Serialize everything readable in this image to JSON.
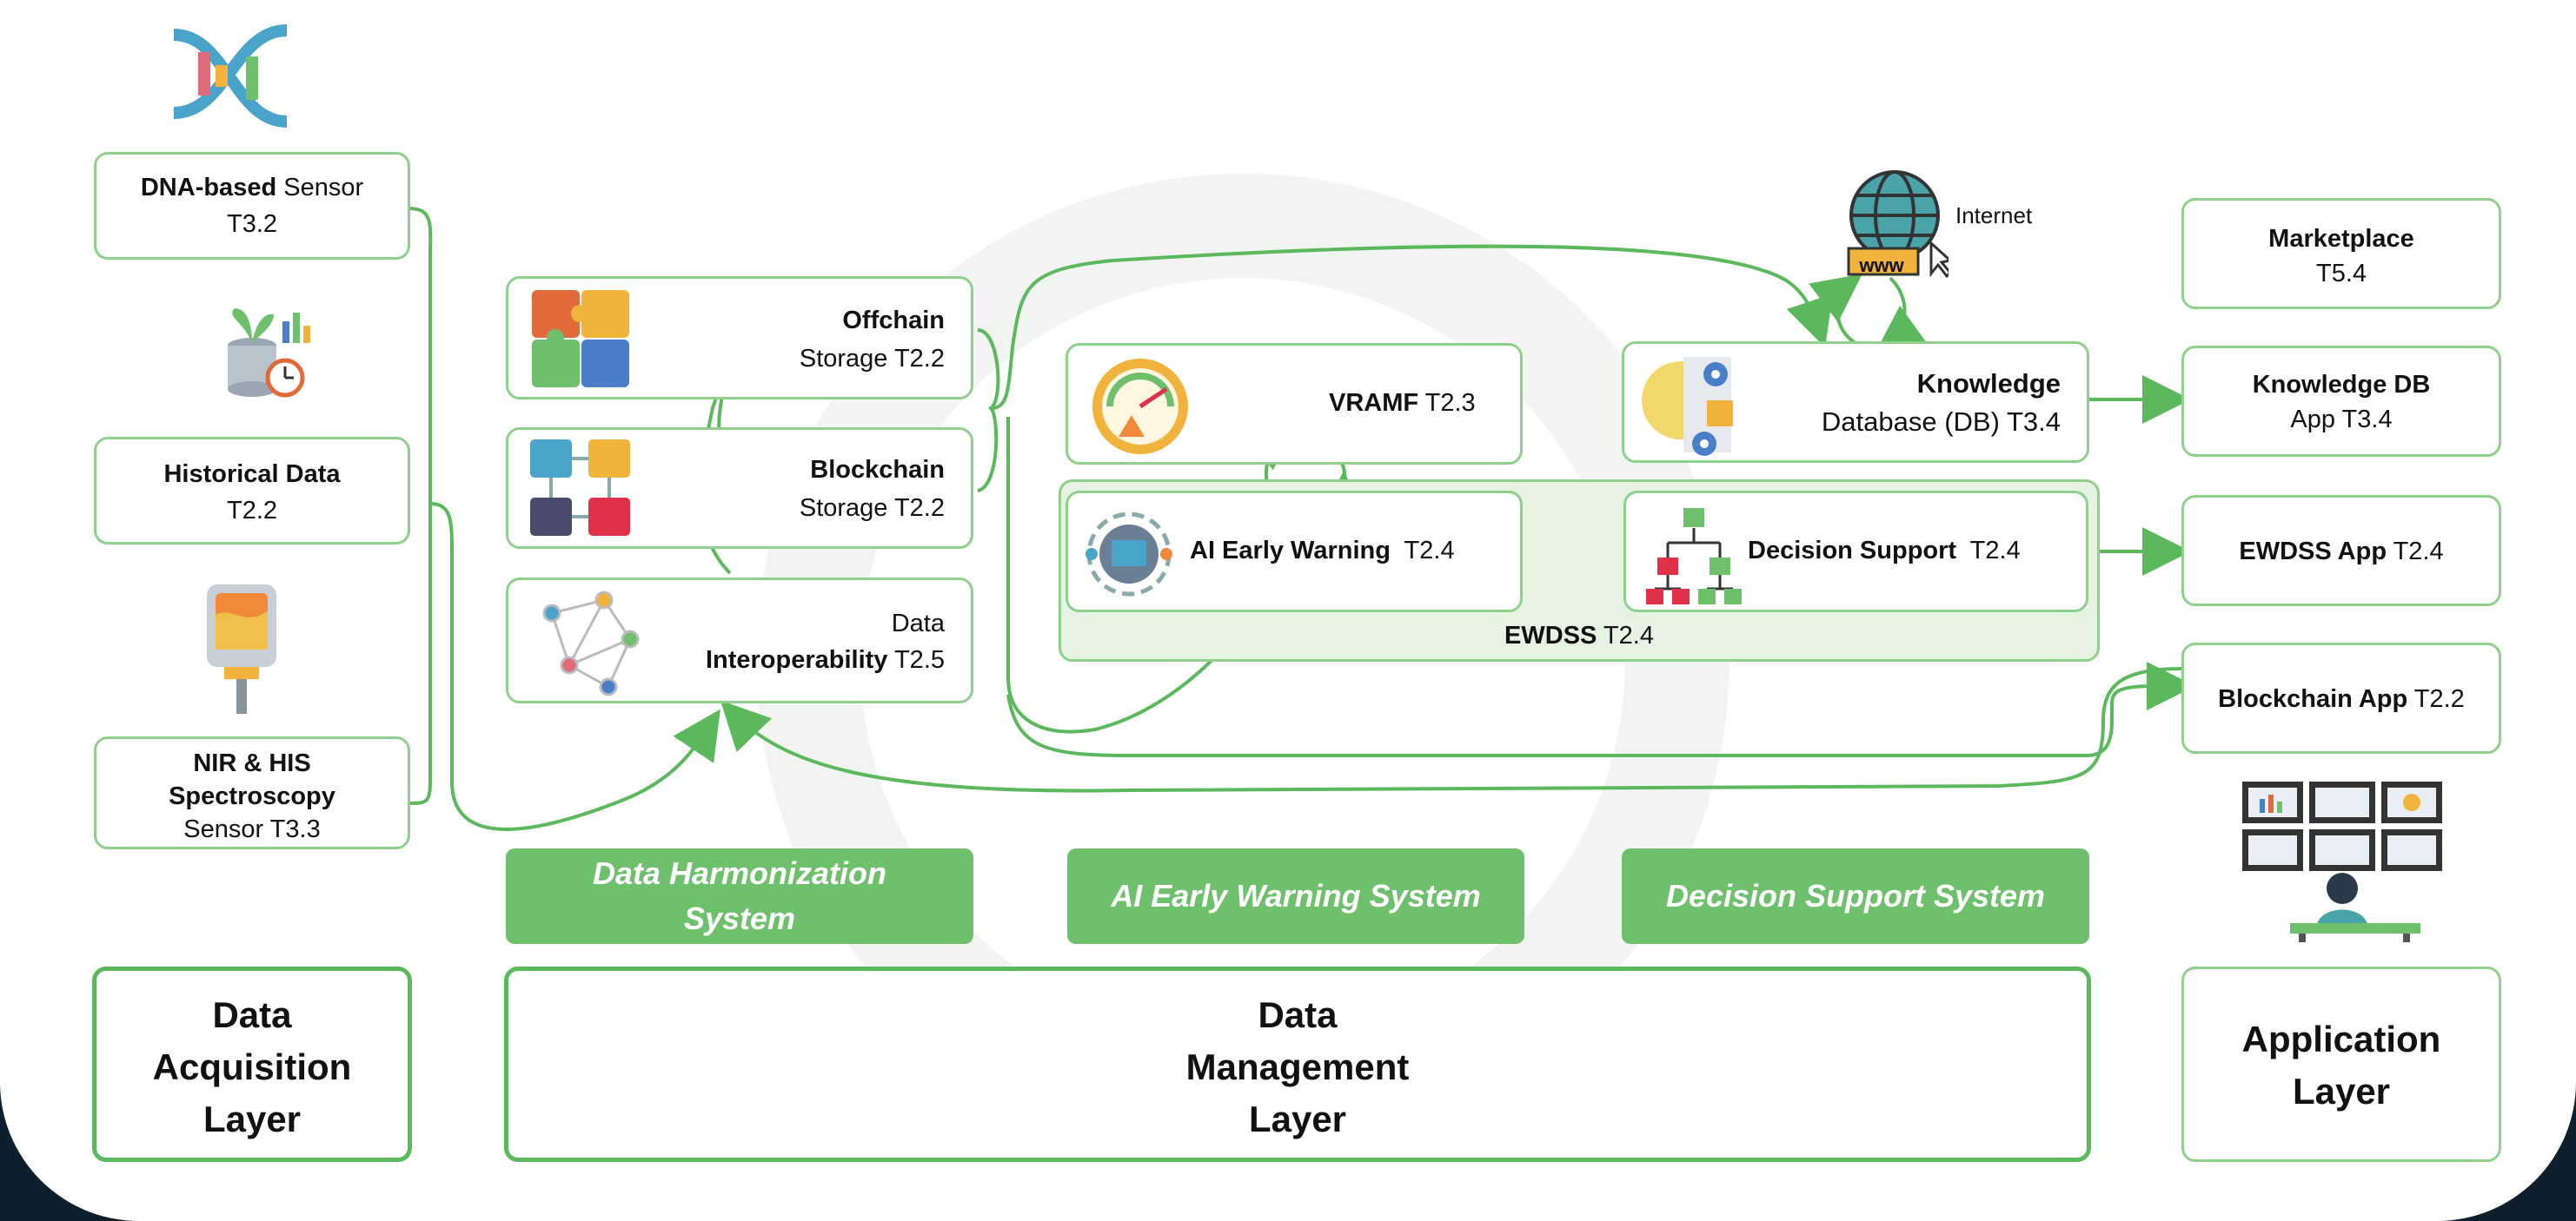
{
  "acquisition": {
    "dna_sensor": {
      "bold": "DNA-based",
      "rest": " Sensor",
      "task": "T3.2"
    },
    "historical": {
      "bold": "Historical Data",
      "task": "T2.2"
    },
    "nir": {
      "line1": "NIR & HIS",
      "line2": "Spectroscopy",
      "line3": "Sensor T3.3"
    },
    "layer_line1": "Data",
    "layer_line2": "Acquisition",
    "layer_line3": "Layer"
  },
  "management": {
    "offchain": {
      "bold": "Offchain",
      "line2": "Storage T2.2"
    },
    "blockchain": {
      "bold": "Blockchain",
      "line2": "Storage T2.2"
    },
    "interop": {
      "line1": "Data",
      "bold": "Interoperability",
      "task": " T2.5"
    },
    "vramf": {
      "bold": "VRAMF",
      "task": " T2.3"
    },
    "ai_early": {
      "bold": "AI Early Warning",
      "task": "  T2.4"
    },
    "decision": {
      "bold": "Decision Support",
      "task": "  T2.4"
    },
    "ewdss": {
      "bold": "EWDSS",
      "task": " T2.4"
    },
    "knowledge": {
      "line1": "Knowledge",
      "line2": "Database (DB) T3.4"
    },
    "internet": "Internet",
    "www": "www",
    "systems": [
      "Data Harmonization System",
      "AI Early Warning System",
      "Decision Support System"
    ],
    "layer_line1": "Data",
    "layer_line2": "Management",
    "layer_line3": "Layer"
  },
  "application": {
    "marketplace": {
      "bold": "Marketplace",
      "task": "T5.4"
    },
    "knowledge_app": {
      "bold": "Knowledge DB",
      "line2": "App T3.4"
    },
    "ewdss_app": {
      "bold": "EWDSS App",
      "task": " T2.4"
    },
    "blockchain_app": {
      "bold": "Blockchain App",
      "task": " T2.2"
    },
    "layer_line1": "Application",
    "layer_line2": "Layer"
  },
  "colors": {
    "accent": "#5cb85c",
    "border": "#8fd08a",
    "background": "#0d1f2d"
  }
}
